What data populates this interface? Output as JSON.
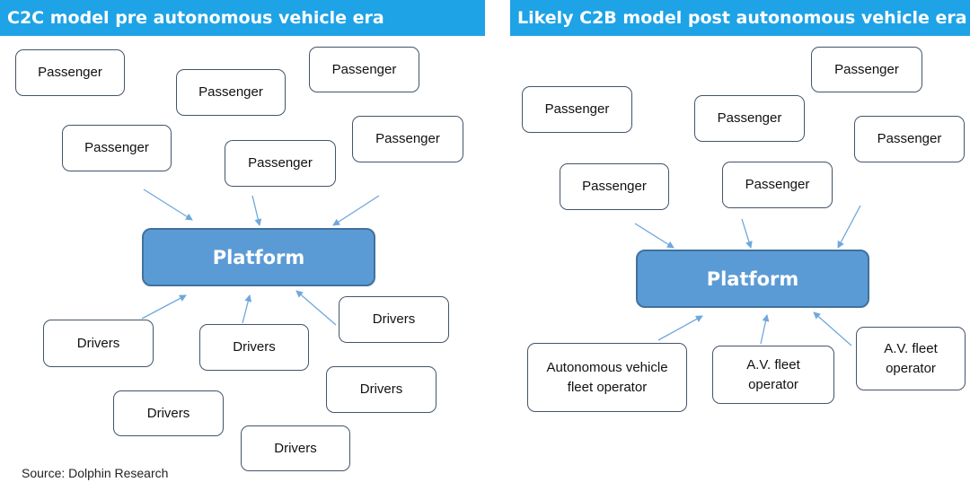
{
  "left": {
    "title": "C2C model pre autonomous vehicle era",
    "passenger_label": "Passenger",
    "driver_label": "Drivers",
    "platform_label": "Platform"
  },
  "right": {
    "title": "Likely C2B model post autonomous vehicle era",
    "passenger_label": "Passenger",
    "platform_label": "Platform",
    "operators": [
      "Autonomous vehicle\nfleet operator",
      "A.V.  fleet\noperator",
      "A.V. fleet\noperator"
    ]
  },
  "source": "Source:  Dolphin Research",
  "colors": {
    "header": "#1ea3e6",
    "platform_fill": "#5b9bd5",
    "arrow": "#6fa8dc",
    "box_border": "#44546a"
  }
}
